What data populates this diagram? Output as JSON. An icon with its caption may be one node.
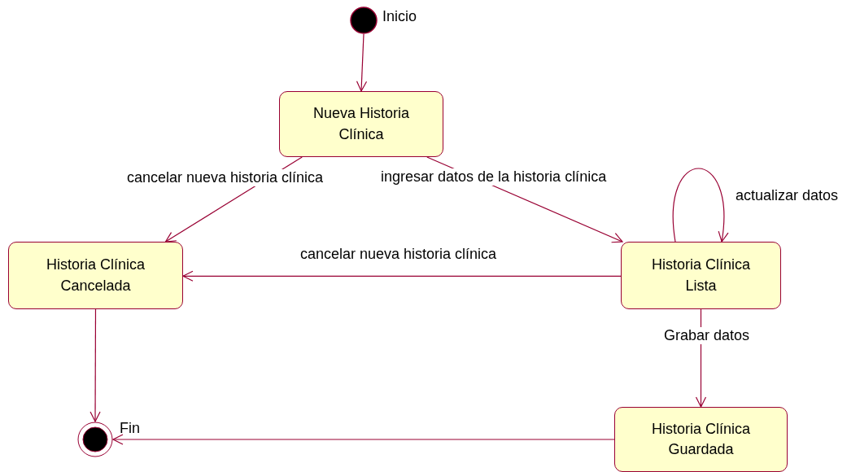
{
  "diagram": {
    "nodes": [
      {
        "text": [],
        "shape": "circle",
        "beside": [
          "Inicio"
        ]
      },
      {
        "text": [
          "Nueva Historia Clínica"
        ]
      },
      {
        "text": [
          "Historia Clínica Cancelada"
        ]
      },
      {
        "text": [
          "Historia Clínica Lista"
        ]
      },
      {
        "text": [
          "Historia Clínica Guardada"
        ]
      },
      {
        "text": [],
        "shape": "circle",
        "beside": [
          "Fin"
        ]
      }
    ],
    "edges": [
      {
        "from": 0,
        "to": 1,
        "arrow": "to"
      },
      {
        "from": 1,
        "to": 2,
        "arrow": "to",
        "label": "cancelar nueva historia clínica"
      },
      {
        "from": 1,
        "to": 3,
        "arrow": "to",
        "label": "ingresar datos de la historia clínica"
      },
      {
        "from": 3,
        "to": 3,
        "arrow": "to",
        "label": "actualizar datos"
      },
      {
        "from": 3,
        "to": 2,
        "arrow": "to",
        "label": "cancelar nueva historia clínica"
      },
      {
        "from": 3,
        "to": 4,
        "arrow": "to",
        "label": "Grabar datos"
      },
      {
        "from": 2,
        "to": 5,
        "arrow": "to"
      },
      {
        "from": 4,
        "to": 5,
        "arrow": "to"
      }
    ]
  }
}
